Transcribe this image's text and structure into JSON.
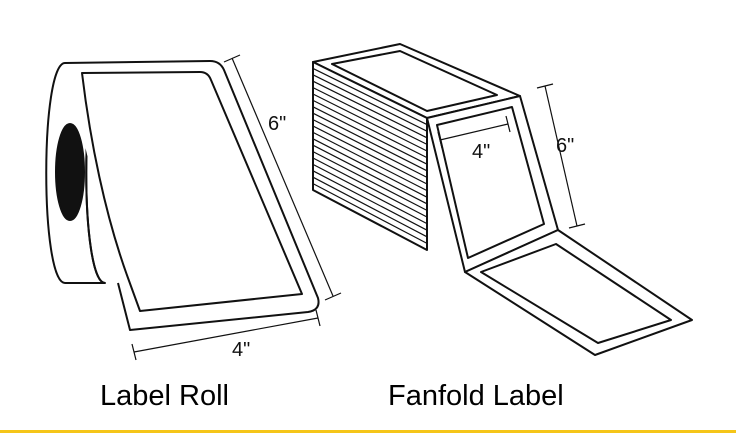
{
  "label_roll": {
    "caption": "Label Roll",
    "height_dim": "6\"",
    "width_dim": "4\""
  },
  "fanfold_label": {
    "caption": "Fanfold Label",
    "height_dim": "6\"",
    "width_dim": "4\""
  },
  "colors": {
    "line": "#111111",
    "bottom_rule": "#f5c518"
  }
}
